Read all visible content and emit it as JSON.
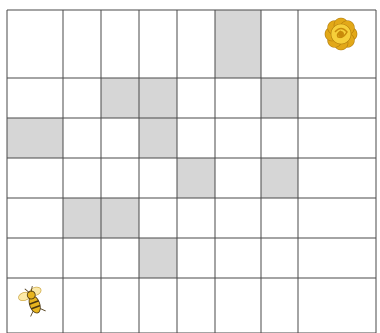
{
  "board": {
    "rows": 7,
    "cols": 8,
    "colors": {
      "background": "#ffffff",
      "grid_line": "#4a4a4a",
      "blocked": "#d6d6d6",
      "flower_outer": "#e2a818",
      "flower_inner": "#f6cf3a",
      "flower_center": "#c98b0a",
      "bee_body": "#e8b51f",
      "bee_stripe": "#4a3610",
      "bee_wing": "#fbe9a8"
    },
    "blocked_cells": [
      {
        "row": 0,
        "col": 5
      },
      {
        "row": 1,
        "col": 2
      },
      {
        "row": 1,
        "col": 3
      },
      {
        "row": 1,
        "col": 6
      },
      {
        "row": 2,
        "col": 0
      },
      {
        "row": 2,
        "col": 3
      },
      {
        "row": 3,
        "col": 4
      },
      {
        "row": 3,
        "col": 6
      },
      {
        "row": 4,
        "col": 1
      },
      {
        "row": 4,
        "col": 2
      },
      {
        "row": 5,
        "col": 3
      }
    ],
    "bee": {
      "row": 6,
      "col": 0,
      "icon": "bee-icon"
    },
    "flower": {
      "row": 0,
      "col": 7,
      "icon": "flower-icon"
    }
  }
}
